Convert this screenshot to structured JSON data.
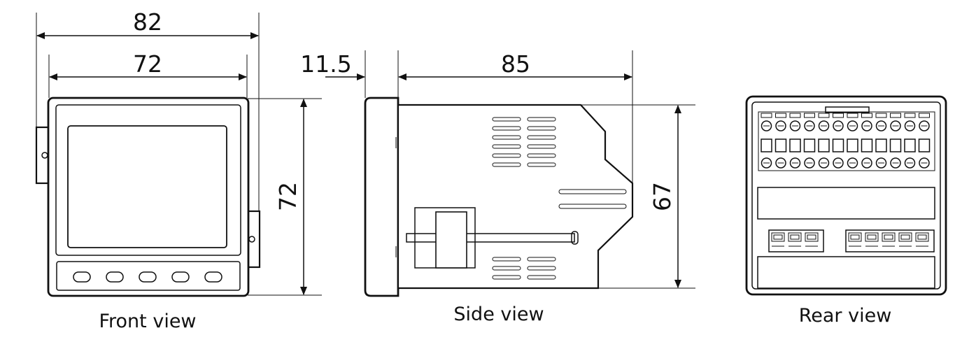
{
  "front_view": {
    "caption": "Front view",
    "dim_outer_width": "82",
    "dim_bezel_width": "72",
    "dim_height": "72"
  },
  "side_view": {
    "caption": "Side view",
    "dim_front_depth": "11.5",
    "dim_body_depth": "85",
    "dim_height": "67"
  },
  "rear_view": {
    "caption": "Rear view"
  },
  "colors": {
    "line": "#111111",
    "background": "#ffffff"
  }
}
